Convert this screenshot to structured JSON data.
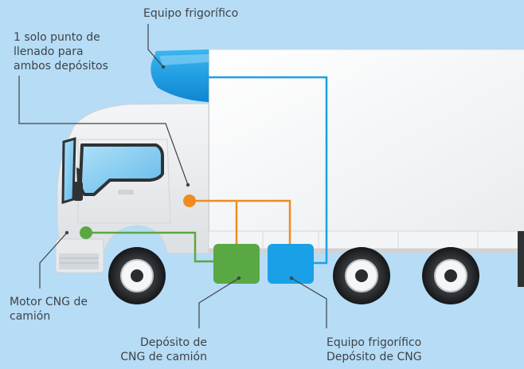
{
  "labels": {
    "refrigeration_unit": "Equipo frigorífico",
    "single_fill_point": "1 solo punto de\nllenado para\nambos depósitos",
    "truck_engine": "Motor CNG de\ncamión",
    "truck_cng_tank": "Depósito de\nCNG de camión",
    "refrigeration_cng_tank": "Equipo frigorífico\nDepósito de CNG"
  },
  "colors": {
    "background": "#b6dcf6",
    "fill_point_orange": "#f08c1e",
    "engine_green": "#5aa844",
    "refrigeration_blue": "#1aa0e6",
    "leader_line": "#3f4347",
    "label_text": "#3f4347"
  }
}
